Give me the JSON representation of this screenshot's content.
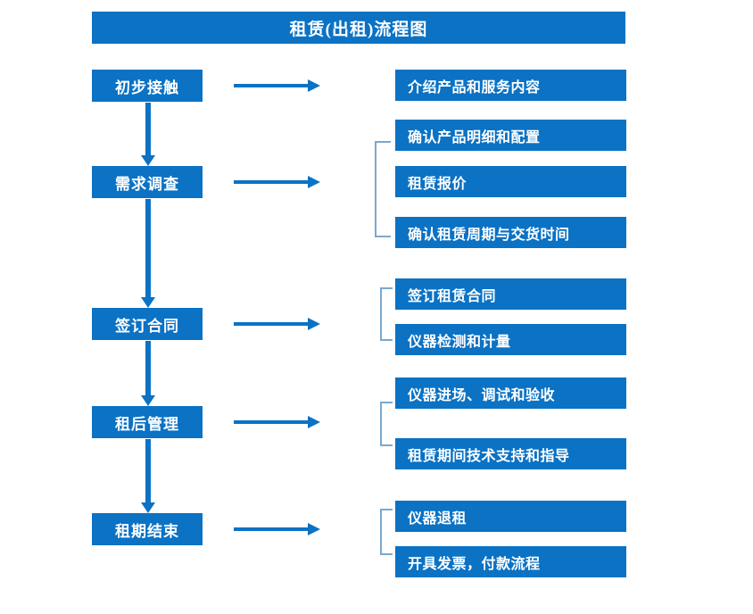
{
  "title": "租赁(出租)流程图",
  "colors": {
    "primary": "#0b72c4",
    "bracket": "#7aa8d0",
    "text_on_primary": "#ffffff",
    "background": "#ffffff"
  },
  "stages": [
    {
      "id": "stage-1",
      "label": "初步接触"
    },
    {
      "id": "stage-2",
      "label": "需求调查"
    },
    {
      "id": "stage-3",
      "label": "签订合同"
    },
    {
      "id": "stage-4",
      "label": "租后管理"
    },
    {
      "id": "stage-5",
      "label": "租期结束"
    }
  ],
  "details": [
    {
      "id": "detail-1-1",
      "label": "介绍产品和服务内容"
    },
    {
      "id": "detail-2-1",
      "label": "确认产品明细和配置"
    },
    {
      "id": "detail-2-2",
      "label": "租赁报价"
    },
    {
      "id": "detail-2-3",
      "label": "确认租赁周期与交货时间"
    },
    {
      "id": "detail-3-1",
      "label": "签订租赁合同"
    },
    {
      "id": "detail-3-2",
      "label": "仪器检测和计量"
    },
    {
      "id": "detail-4-1",
      "label": "仪器进场、调试和验收"
    },
    {
      "id": "detail-4-2",
      "label": "租赁期间技术支持和指导"
    },
    {
      "id": "detail-5-1",
      "label": "仪器退租"
    },
    {
      "id": "detail-5-2",
      "label": "开具发票，付款流程"
    }
  ],
  "connectors": {
    "horizontal_arrow_count": 5,
    "vertical_arrow_count": 4,
    "bracket_count": 4
  },
  "chart_data": {
    "type": "flowchart",
    "title": "租赁(出租)流程图",
    "orientation": "top-to-bottom",
    "nodes": [
      {
        "stage": "初步接触",
        "details": [
          "介绍产品和服务内容"
        ]
      },
      {
        "stage": "需求调查",
        "details": [
          "确认产品明细和配置",
          "租赁报价",
          "确认租赁周期与交货时间"
        ]
      },
      {
        "stage": "签订合同",
        "details": [
          "签订租赁合同",
          "仪器检测和计量"
        ]
      },
      {
        "stage": "租后管理",
        "details": [
          "仪器进场、调试和验收",
          "租赁期间技术支持和指导"
        ]
      },
      {
        "stage": "租期结束",
        "details": [
          "仪器退租",
          "开具发票，付款流程"
        ]
      }
    ],
    "edges": [
      {
        "from": "初步接触",
        "to": "需求调查"
      },
      {
        "from": "需求调查",
        "to": "签订合同"
      },
      {
        "from": "签订合同",
        "to": "租后管理"
      },
      {
        "from": "租后管理",
        "to": "租期结束"
      }
    ]
  }
}
